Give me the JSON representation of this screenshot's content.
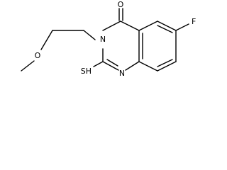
{
  "molecule": {
    "atoms": {
      "oxygen_carbonyl": "O",
      "fluorine": "F",
      "nitrogen_3": "N",
      "nitrogen_1": "N",
      "thiol": "SH",
      "oxygen_ether": "O"
    }
  }
}
